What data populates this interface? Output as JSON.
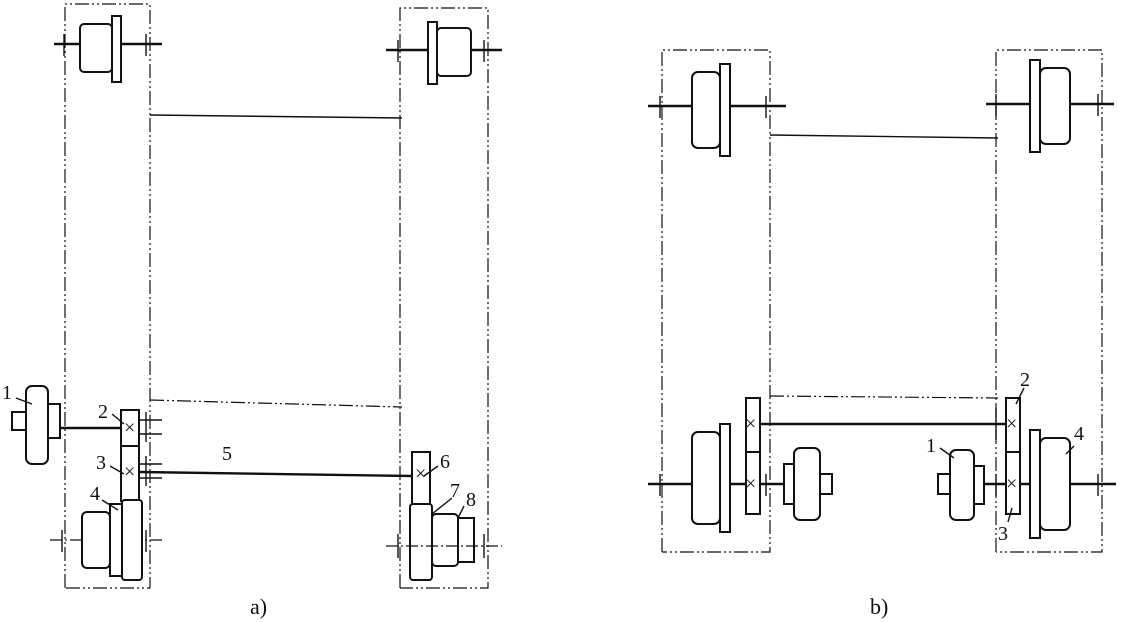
{
  "figure": {
    "left_caption": "a)",
    "right_caption": "b)",
    "left_labels": [
      "1",
      "2",
      "3",
      "4",
      "5",
      "6",
      "7",
      "8"
    ],
    "right_labels": [
      "1",
      "2",
      "3",
      "4"
    ]
  },
  "colors": {
    "ink": "#111111",
    "paper": "#ffffff"
  }
}
